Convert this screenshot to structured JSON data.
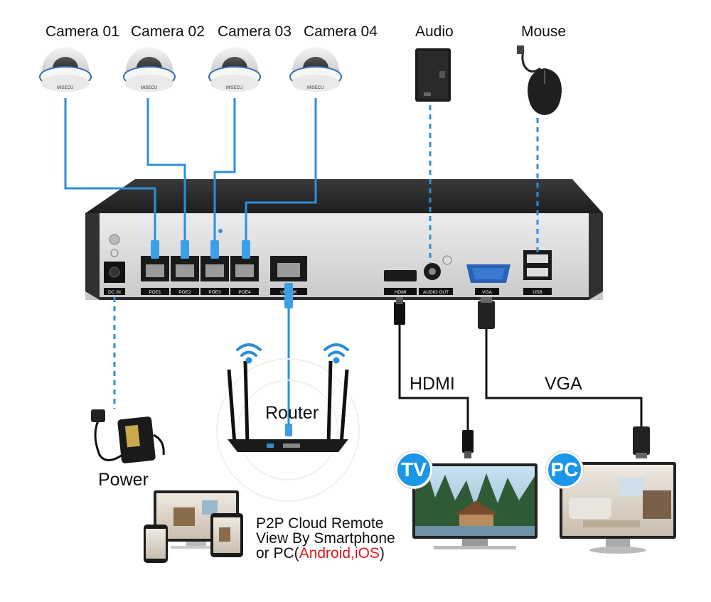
{
  "cameras": [
    {
      "label": "Camera 01",
      "brand": "MISECU"
    },
    {
      "label": "Camera 02",
      "brand": "MISECU"
    },
    {
      "label": "Camera 03",
      "brand": "MISECU"
    },
    {
      "label": "Camera 04",
      "brand": "MISECU"
    }
  ],
  "devices": {
    "audio": "Audio",
    "mouse": "Mouse",
    "router": "Router",
    "power": "Power",
    "tv_badge": "TV",
    "pc_badge": "PC"
  },
  "connections": {
    "hdmi": "HDMI",
    "vga": "VGA"
  },
  "nvr_ports": {
    "dc_in": "DC IN",
    "poe": [
      "POE1",
      "POE2",
      "POE3",
      "POE4"
    ],
    "uplink": "UPLINK",
    "hdmi": "HDMI",
    "audio_out": "AUDIO OUT",
    "vga": "VGA",
    "usb": "USB"
  },
  "p2p": {
    "line1": "P2P Cloud Remote",
    "line2": "View By Smartphone",
    "line3_prefix": "or PC(",
    "line3_os": "Android,iOS",
    "line3_suffix": ")"
  },
  "colors": {
    "cable_blue": "#2d8fd6",
    "badge_blue": "#1b96e8",
    "nvr_dark": "#2b2b2d",
    "nvr_panel": "#d9d9db",
    "android_ios_red": "#e0181f"
  }
}
